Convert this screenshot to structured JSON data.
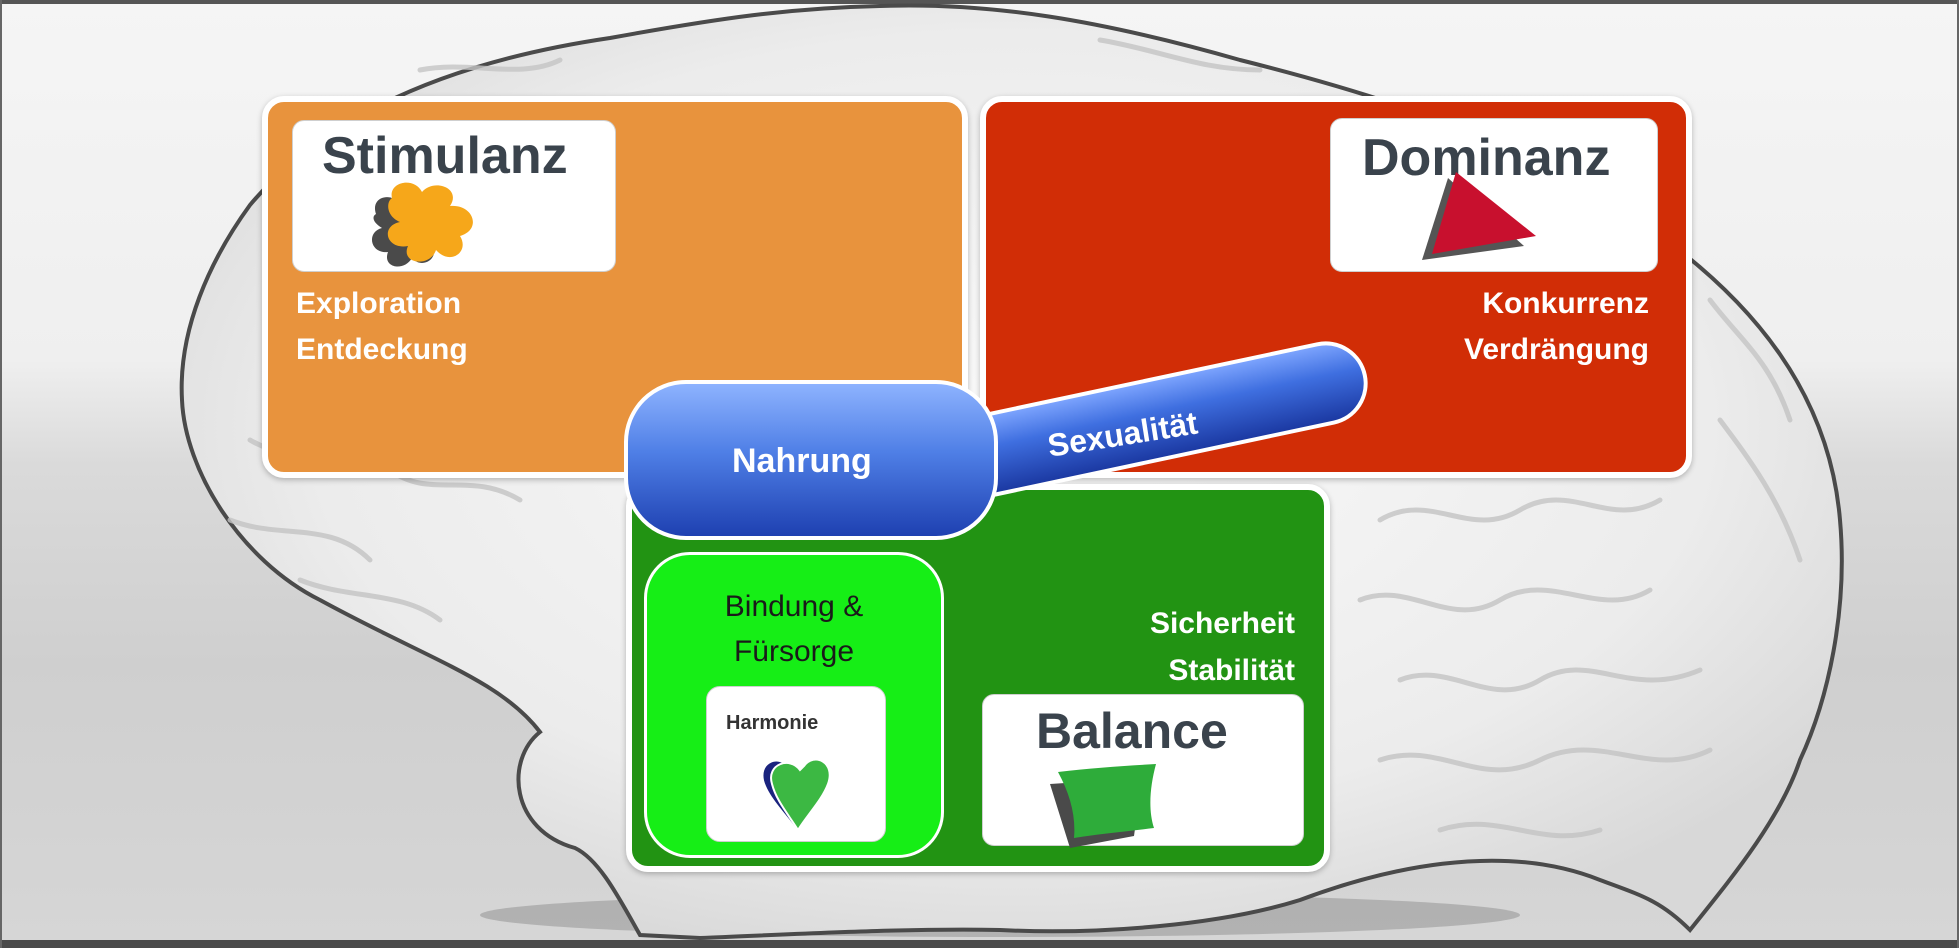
{
  "diagram": {
    "stimulanz": {
      "title": "Stimulanz",
      "lines": [
        "Exploration",
        "Entdeckung"
      ],
      "color": "#e8933d",
      "icon": "puzzle-piece-icon"
    },
    "dominanz": {
      "title": "Dominanz",
      "lines": [
        "Konkurrenz",
        "Verdrängung"
      ],
      "color": "#d12d06",
      "icon": "triangle-icon"
    },
    "sicherheit": {
      "lines": [
        "Sicherheit",
        "Stabilität"
      ],
      "color": "#229313"
    },
    "bindung": {
      "lines": [
        "Bindung &",
        "Fürsorge"
      ],
      "color": "#16ee16"
    },
    "harmonie": {
      "title": "Harmonie",
      "icon": "heart-icon"
    },
    "balance": {
      "title": "Balance",
      "icon": "cushion-icon"
    },
    "nahrung": {
      "label": "Nahrung"
    },
    "sexualitaet": {
      "label": "Sexualität"
    },
    "background": {
      "icon": "brain-icon"
    }
  }
}
